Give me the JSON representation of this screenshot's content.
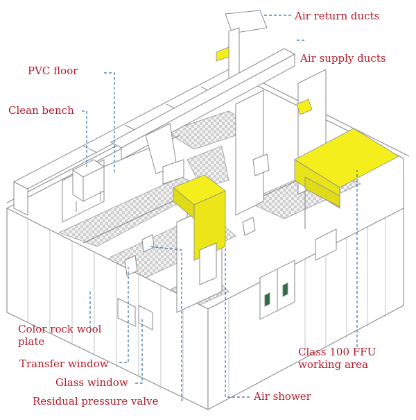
{
  "labels": {
    "air_return_ducts": "Air return ducts",
    "air_supply_ducts": "Air supply ducts",
    "pvc_floor": "PVC floor",
    "clean_bench": "Clean bench",
    "color_rock_wool_plate": "Color rock wool plate",
    "transfer_window": "Transfer window",
    "glass_window": "Glass window",
    "residual_pressure_valve": "Residual pressure valve",
    "air_shower": "Air shower",
    "class_100_ffu": "Class 100 FFU working area"
  },
  "colors": {
    "label_text": "#b11a2a",
    "leader_line": "#2f6fa8",
    "outline": "#8a8a8a",
    "highlight": "#f4ef1c",
    "floor_checker": "#c9c9c9",
    "door_panel": "#2e6b45"
  }
}
